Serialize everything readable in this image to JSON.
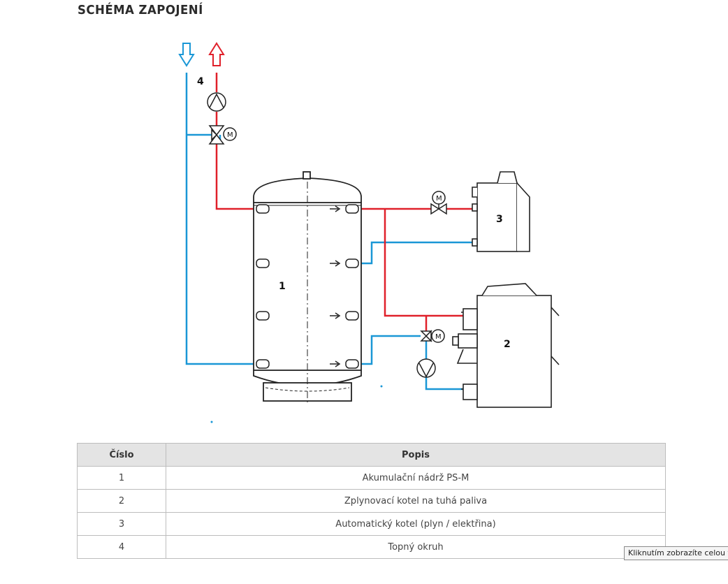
{
  "title": "SCHÉMA ZAPOJENÍ",
  "diagram": {
    "labels": [
      "1",
      "2",
      "3",
      "4"
    ],
    "motor_label": "M",
    "colors": {
      "hot": "#e0202a",
      "cold": "#1a97d6",
      "line": "#222222"
    }
  },
  "table": {
    "headers": [
      "Číslo",
      "Popis"
    ],
    "rows": [
      [
        "1",
        "Akumulační nádrž PS-M"
      ],
      [
        "2",
        "Zplynovací kotel na tuhá paliva"
      ],
      [
        "3",
        "Automatický kotel (plyn / elektřina)"
      ],
      [
        "4",
        "Topný okruh"
      ]
    ]
  },
  "tooltip": "Kliknutím zobrazíte celou ta"
}
